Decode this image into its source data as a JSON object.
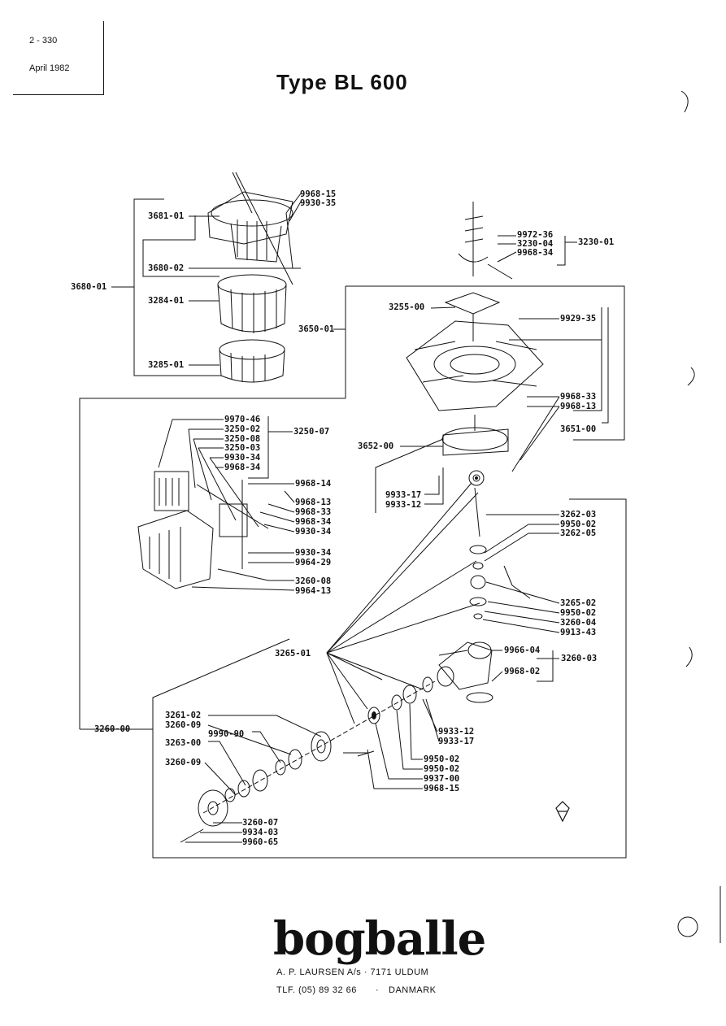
{
  "header": {
    "doc_number": "2 - 330",
    "date": "April 1982",
    "title": "Type BL 600"
  },
  "labels": {
    "p9968_15a": "9968-15",
    "p9930_35": "9930-35",
    "p3681_01": "3681-01",
    "p3680_02": "3680-02",
    "p3680_01": "3680-01",
    "p3284_01": "3284-01",
    "p3650_01": "3650-01",
    "p3285_01": "3285-01",
    "p9972_36": "9972-36",
    "p3230_04": "3230-04",
    "p9968_34a": "9968-34",
    "p3230_01": "3230-01",
    "p3255_00": "3255-00",
    "p9929_35": "9929-35",
    "p9968_33a": "9968-33",
    "p9968_13a": "9968-13",
    "p3651_00": "3651-00",
    "p9970_46": "9970-46",
    "p3250_02": "3250-02",
    "p3250_08": "3250-08",
    "p3250_03": "3250-03",
    "p9930_34a": "9930-34",
    "p9968_34b": "9968-34",
    "p3250_07": "3250-07",
    "p3652_00": "3652-00",
    "p9968_14": "9968-14",
    "p9968_13b": "9968-13",
    "p9968_33b": "9968-33",
    "p9968_34c": "9968-34",
    "p9930_34b": "9930-34",
    "p9933_17a": "9933-17",
    "p9933_12a": "9933-12",
    "p3262_03": "3262-03",
    "p9950_02a": "9950-02",
    "p3262_05": "3262-05",
    "p9930_34c": "9930-34",
    "p9964_29": "9964-29",
    "p3260_08": "3260-08",
    "p9964_13": "9964-13",
    "p3265_02": "3265-02",
    "p9950_02b": "9950-02",
    "p3260_04": "3260-04",
    "p9913_43": "9913-43",
    "p3265_01": "3265-01",
    "p9966_04": "9966-04",
    "p3260_03": "3260-03",
    "p9968_02": "9968-02",
    "p3261_02": "3261-02",
    "p3260_09a": "3260-09",
    "p9990_90": "9990-90",
    "p3263_00": "3263-00",
    "p3260_09b": "3260-09",
    "p3260_00": "3260-00",
    "p9933_12b": "9933-12",
    "p9933_17b": "9933-17",
    "p9950_02c": "9950-02",
    "p9950_02d": "9950-02",
    "p9937_00": "9937-00",
    "p9968_15b": "9968-15",
    "p3260_07": "3260-07",
    "p9934_03": "9934-03",
    "p9960_65": "9960-65"
  },
  "footer": {
    "brand": "bogballe",
    "address": "A. P. LAURSEN A/s · 7171 ULDUM",
    "phone": "TLF. (05) 89 32 66",
    "separator": "·",
    "country": "DANMARK"
  }
}
